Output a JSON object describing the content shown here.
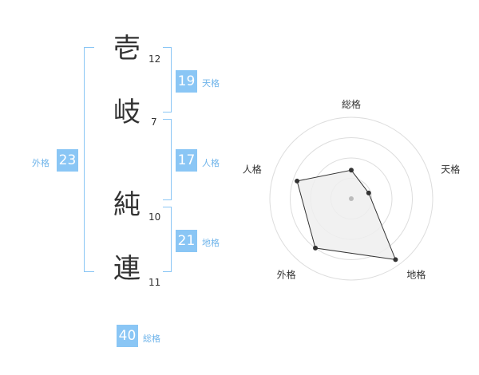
{
  "name": {
    "chars": [
      {
        "char": "壱",
        "strokes": "12"
      },
      {
        "char": "岐",
        "strokes": "7"
      },
      {
        "char": "純",
        "strokes": "10"
      },
      {
        "char": "連",
        "strokes": "11"
      }
    ]
  },
  "fortunes": {
    "tenkaku": {
      "value": "19",
      "label": "天格"
    },
    "jinkaku": {
      "value": "17",
      "label": "人格"
    },
    "chikaku": {
      "value": "21",
      "label": "地格"
    },
    "gaikaku": {
      "value": "23",
      "label": "外格"
    },
    "soukaku": {
      "value": "40",
      "label": "総格"
    }
  },
  "radar": {
    "axis_labels": [
      "総格",
      "天格",
      "地格",
      "外格",
      "人格"
    ],
    "levels": 4,
    "max": 4,
    "values": [
      1.4,
      0.9,
      3.7,
      3.0,
      2.8
    ],
    "colors": {
      "ring": "#dddddd",
      "fill": "#eeeeee",
      "line": "#333333",
      "point": "#333333",
      "center": "#bbbbbb"
    }
  }
}
